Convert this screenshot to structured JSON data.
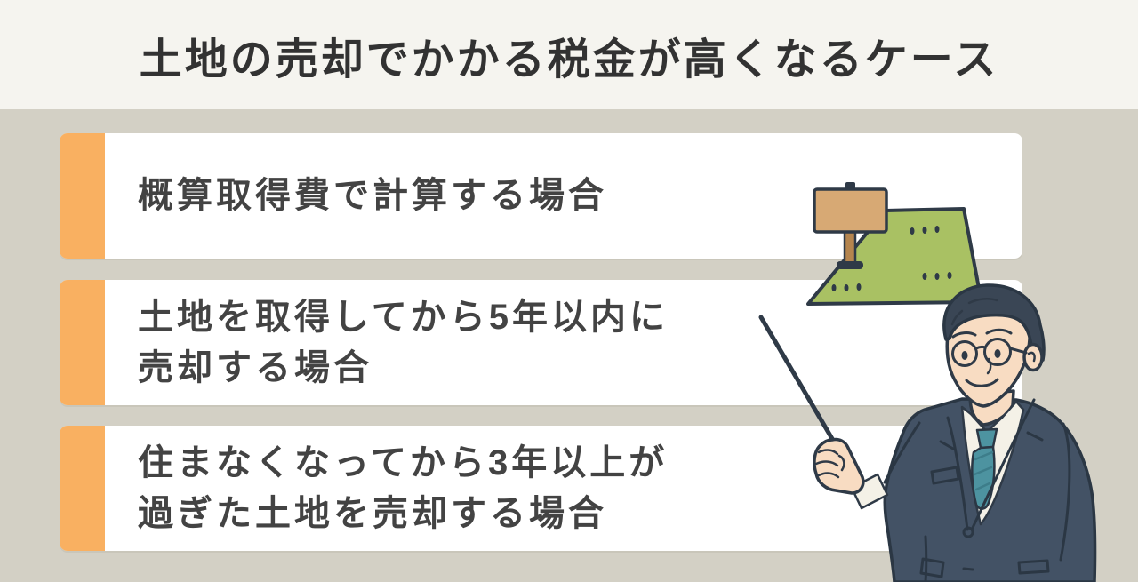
{
  "header": {
    "title": "土地の売却でかかる税金が高くなるケース"
  },
  "cases": [
    {
      "lines": [
        "概算取得費で計算する場合"
      ]
    },
    {
      "lines": [
        "土地を取得してから5年以内に",
        "売却する場合"
      ]
    },
    {
      "lines": [
        "住まなくなってから3年以上が",
        "過ぎた土地を売却する場合"
      ]
    }
  ],
  "illustration": {
    "land_icon": "land-plot",
    "sign_icon": "wooden-signpost",
    "pointer_icon": "pointer-stick",
    "person_icon": "businessman-presenter"
  },
  "colors": {
    "header-bg": "#f5f4ef",
    "main-bg": "#d3d0c5",
    "accent": "#f9b061",
    "card-bg": "#ffffff",
    "title-text": "#323232",
    "card-text": "#434343",
    "land-green": "#a9c163",
    "sign-tan": "#d7a974",
    "post-brown": "#b5854e",
    "outline-dark": "#2f3a47",
    "suit-navy": "#435265",
    "suit-outline": "#2b3744",
    "shirt": "#f4f1e7",
    "tie-teal": "#4d93a0",
    "skin": "#f8dcc2",
    "hair": "#3a4655"
  }
}
